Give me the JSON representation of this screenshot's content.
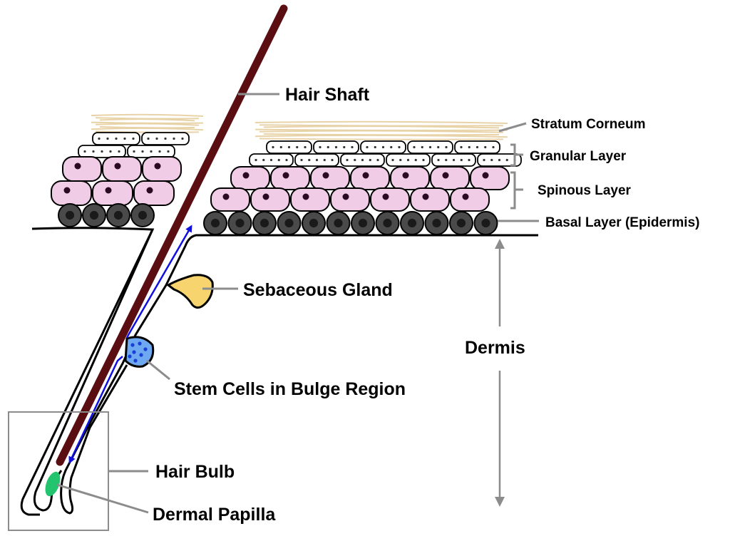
{
  "labels": {
    "hair_shaft": "Hair Shaft",
    "stratum_corneum": "Stratum Corneum",
    "granular_layer": "Granular Layer",
    "spinous_layer": "Spinous Layer",
    "basal_layer": "Basal Layer (Epidermis)",
    "sebaceous_gland": "Sebaceous Gland",
    "dermis": "Dermis",
    "stem_cells": "Stem Cells in Bulge Region",
    "hair_bulb": "Hair Bulb",
    "dermal_papilla": "Dermal Papilla"
  },
  "colors": {
    "hair_shaft": "#5a0e12",
    "stratum_corneum": "#e8d3a8",
    "granular_cell": "#ffffff",
    "spinous_cell": "#f0cce6",
    "nucleus": "#2a0a22",
    "basal_cell": "#4a4a4a",
    "basal_nucleus": "#1a1a1a",
    "sebaceous_gland": "#f7d46e",
    "stem_cell_region": "#6ea8f0",
    "stem_cell_dot": "#1a3fd6",
    "migration_arrow": "#1010e0",
    "dermal_papilla": "#22c46e",
    "leader_line": "#8c8c8c",
    "outline": "#000000"
  }
}
